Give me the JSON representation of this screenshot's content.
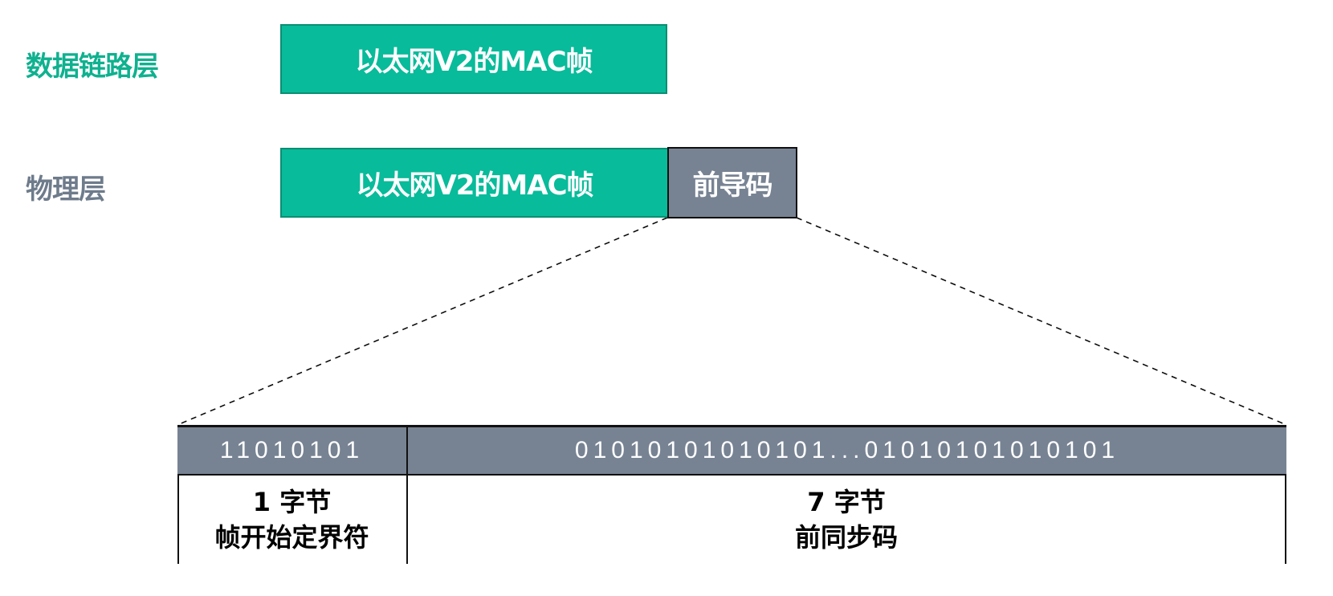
{
  "layers": {
    "data_link": {
      "label": "数据链路层",
      "frame": "以太网V2的MAC帧"
    },
    "physical": {
      "label": "物理层",
      "frame": "以太网V2的MAC帧",
      "preamble": "前导码"
    }
  },
  "preamble_detail": {
    "sfd": {
      "bits": "11010101",
      "size": "1 字节",
      "name": "帧开始定界符"
    },
    "sync": {
      "bits": "01010101010101...01010101010101",
      "size": "7 字节",
      "name": "前同步码"
    }
  },
  "colors": {
    "green": "#08bb9a",
    "gray": "#778393",
    "green_label": "#0fb18f",
    "gray_label": "#6e7b8b"
  }
}
